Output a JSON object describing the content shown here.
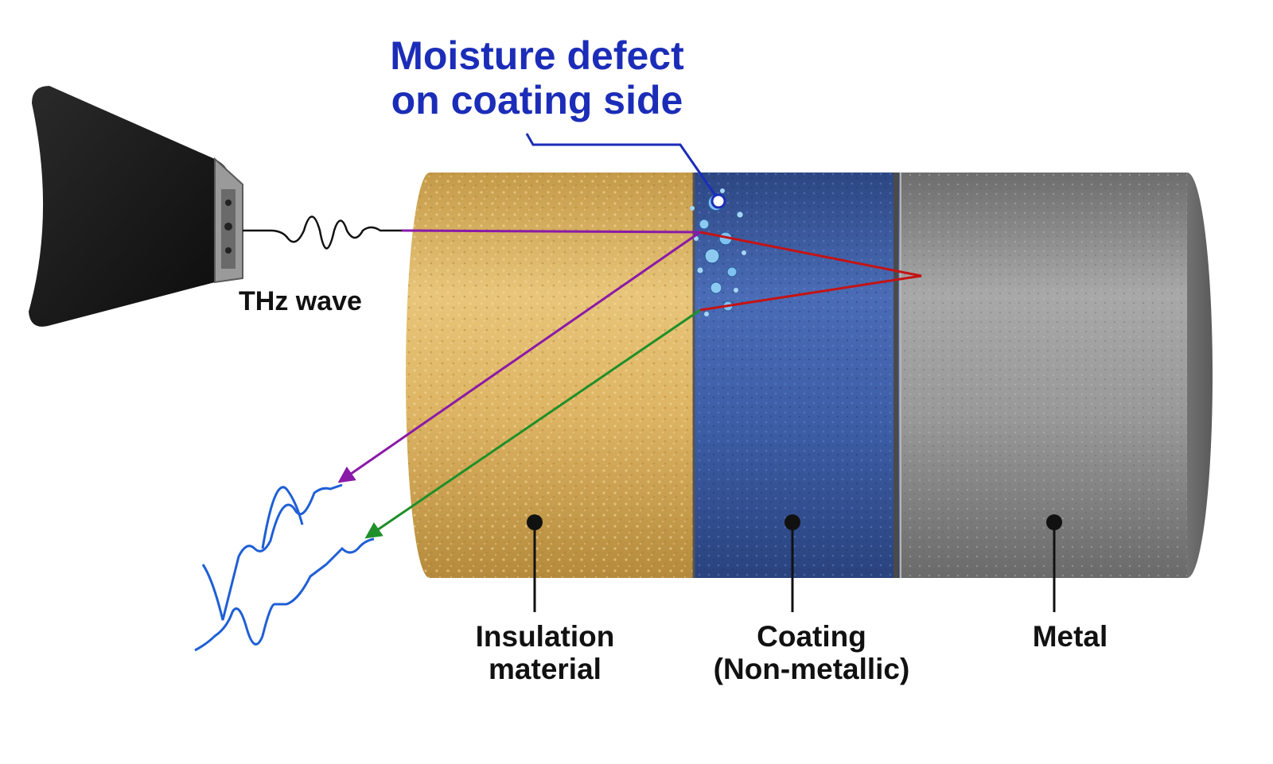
{
  "title": {
    "line1": "Moisture defect",
    "line2": "on coating side"
  },
  "wave_label": "THz wave",
  "layers": [
    {
      "id": "insulation",
      "line1": "Insulation",
      "line2": "material",
      "color": "#d9ad5a"
    },
    {
      "id": "coating",
      "line1": "Coating",
      "line2": "(Non-metallic)",
      "color": "#3a5ba0"
    },
    {
      "id": "metal",
      "line1": "Metal",
      "line2": "",
      "color": "#8c8c8c"
    }
  ],
  "colors": {
    "title": "#1b2db8",
    "incident_ray": "#8a1aa8",
    "metal_reflection": "#c41313",
    "surface_reflection": "#1f8f2a",
    "signal": "#1f5fd6",
    "device": "#1a1a1a",
    "droplets": "#6fb6ea"
  },
  "icons": [
    "thz-transceiver-device-icon",
    "water-droplets-icon"
  ]
}
